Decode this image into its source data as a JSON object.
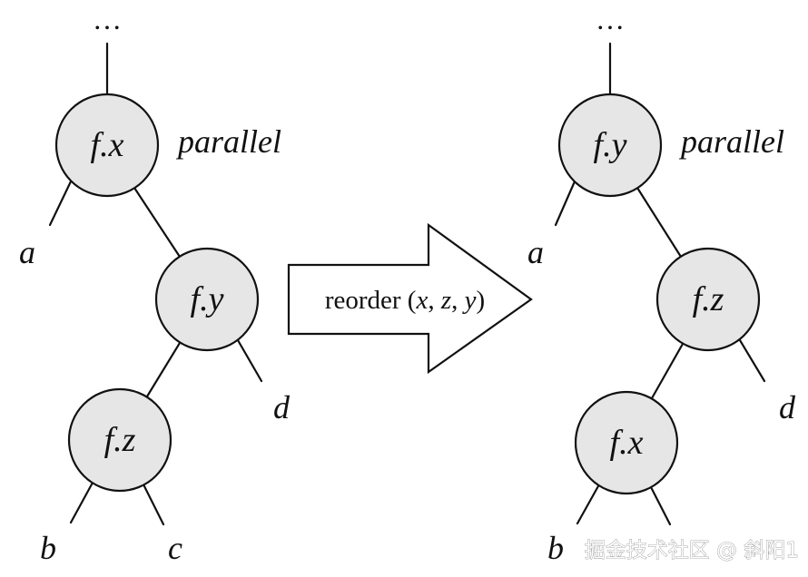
{
  "colors": {
    "node_fill": "#e6e6e6",
    "stroke": "#111111"
  },
  "left_tree": {
    "ellipsis": "…",
    "root_annotation": "parallel",
    "nodes": [
      "f.x",
      "f.y",
      "f.z"
    ],
    "leaves": [
      "a",
      "d",
      "b",
      "c"
    ]
  },
  "arrow": {
    "label_parts": [
      "reorder (",
      "x",
      ", ",
      "z",
      ", ",
      "y",
      ")"
    ]
  },
  "right_tree": {
    "ellipsis": "…",
    "root_annotation": "parallel",
    "nodes": [
      "f.y",
      "f.z",
      "f.x"
    ],
    "leaves": [
      "a",
      "d",
      "b"
    ]
  },
  "watermark": {
    "text": "掘金技术社区 @ 斜阳1"
  }
}
